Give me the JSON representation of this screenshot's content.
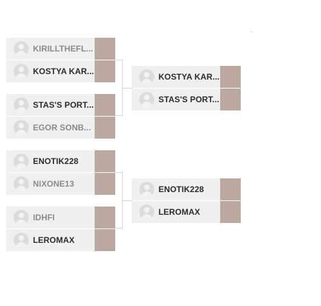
{
  "bracket": {
    "round1": [
      {
        "match": 1,
        "players": [
          {
            "name": "KIRILLTHEFL...",
            "status": "loser"
          },
          {
            "name": "KOSTYA KAR...",
            "status": "winner"
          }
        ]
      },
      {
        "match": 2,
        "players": [
          {
            "name": "STAS'S PORT...",
            "status": "winner"
          },
          {
            "name": "EGOR SONB...",
            "status": "loser"
          }
        ]
      },
      {
        "match": 3,
        "players": [
          {
            "name": "ENOTIK228",
            "status": "winner"
          },
          {
            "name": "NIXONE13",
            "status": "loser"
          }
        ]
      },
      {
        "match": 4,
        "players": [
          {
            "name": "IDHFI",
            "status": "loser"
          },
          {
            "name": "LEROMAX",
            "status": "winner"
          }
        ]
      }
    ],
    "round2": [
      {
        "match": 1,
        "players": [
          {
            "name": "KOSTYA KAR...",
            "status": "winner"
          },
          {
            "name": "STAS'S PORT...",
            "status": "winner"
          }
        ]
      },
      {
        "match": 2,
        "players": [
          {
            "name": "ENOTIK228",
            "status": "winner"
          },
          {
            "name": "LEROMAX",
            "status": "winner"
          }
        ]
      }
    ]
  },
  "colors": {
    "score_box": "#bba8a1",
    "slot_background": "#f0f0f0",
    "connector": "#d6d6d6"
  },
  "icons": {
    "avatar": "user-avatar-icon"
  }
}
